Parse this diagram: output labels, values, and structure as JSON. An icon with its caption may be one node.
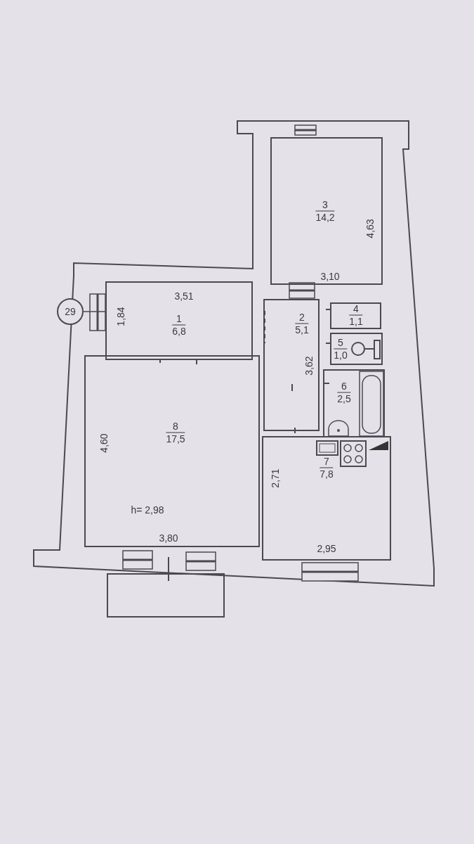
{
  "diagram": {
    "nodes": [
      {
        "text": [
          "3",
          "14,2"
        ]
      },
      {
        "text": [
          "29"
        ]
      },
      {
        "text": [
          "1",
          "6,8"
        ]
      },
      {
        "text": [
          "2",
          "5,1"
        ]
      },
      {
        "text": [
          "4",
          "1,1"
        ]
      },
      {
        "text": [
          "5",
          "1,0"
        ]
      },
      {
        "text": [
          "6",
          "2,5"
        ]
      },
      {
        "text": [
          "8",
          "17,5"
        ]
      },
      {
        "text": [
          "7",
          "7,8"
        ]
      },
      {
        "text": [],
        "shape": "box"
      }
    ],
    "edges": [
      {
        "from": 1,
        "to": 2,
        "arrow": "none"
      }
    ],
    "labels": [
      "4,63",
      "3,10",
      "3,51",
      "1,84",
      "3,62",
      "4,60",
      "h= 2,98",
      "3,80",
      "2,71",
      "2,95"
    ]
  }
}
